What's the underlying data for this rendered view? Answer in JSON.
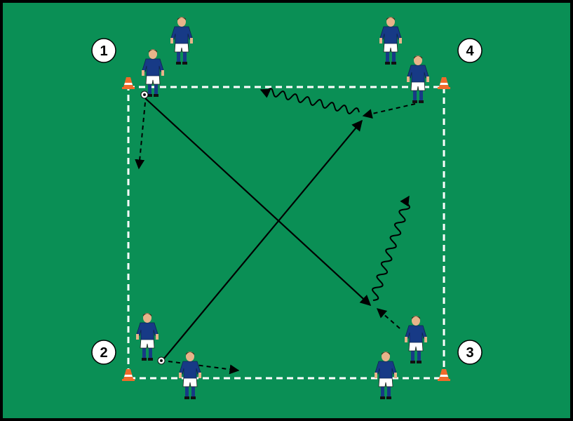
{
  "colors": {
    "field": "#0a8f55",
    "border": "#000000",
    "lines": "#ffffff",
    "jersey": "#173a86",
    "shorts": "#ffffff",
    "socks": "#173a86",
    "skin": "#e8b48a",
    "hair": "#3a2414",
    "cone": "#f06a2a",
    "arrow": "#000000"
  },
  "corners": [
    {
      "label": "1"
    },
    {
      "label": "2"
    },
    {
      "label": "3"
    },
    {
      "label": "4"
    }
  ]
}
